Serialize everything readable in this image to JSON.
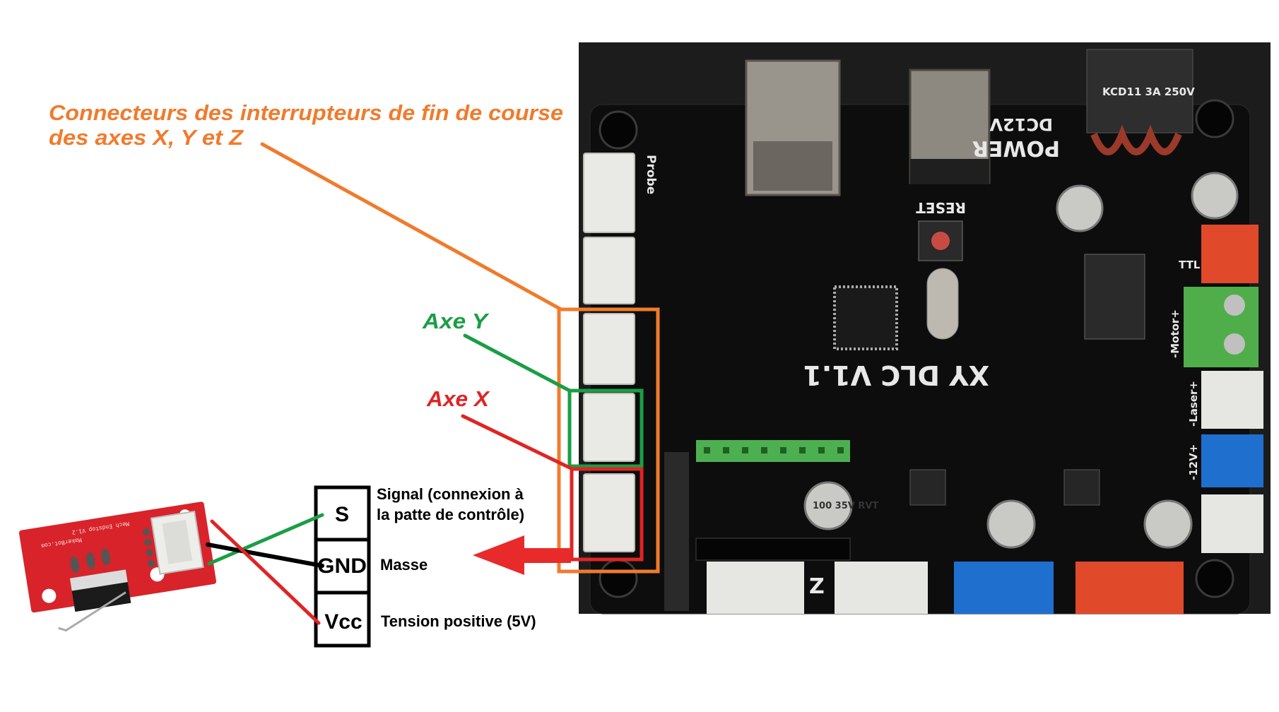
{
  "title": {
    "line1": "Connecteurs des interrupteurs de fin de course",
    "line2": "des axes X, Y et Z",
    "color": "#f07b2c"
  },
  "callouts": {
    "axe_y": {
      "label": "Axe Y",
      "color": "#1a9e45"
    },
    "axe_x": {
      "label": "Axe X",
      "color": "#e02424"
    }
  },
  "pinout": [
    {
      "pin": "S",
      "description_line1": "Signal (connexion à",
      "description_line2": "la patte de contrôle)",
      "wire_color": "#1a9e45"
    },
    {
      "pin": "GND",
      "description_line1": "Masse",
      "wire_color": "#000000"
    },
    {
      "pin": "Vcc",
      "description_line1": "Tension positive (5V)",
      "wire_color": "#e02424"
    }
  ],
  "board": {
    "power_label": "POWER",
    "voltage_label": "DC12V",
    "reset_label": "RESET",
    "model_label": "XY DLC V1.1",
    "probe_label": "Probe",
    "ttl_label": "TTL",
    "motor_label": "-Motor+",
    "laser_label": "-Laser+",
    "v12_label": "-12V+",
    "z_label": "Z",
    "capacitor_label": "100 35V RVT",
    "fuse_label": "KCD11 3A 250V"
  },
  "endstop": {
    "model_label": "Mech Endstop V1.2",
    "maker_label": "MakerBot.com"
  }
}
